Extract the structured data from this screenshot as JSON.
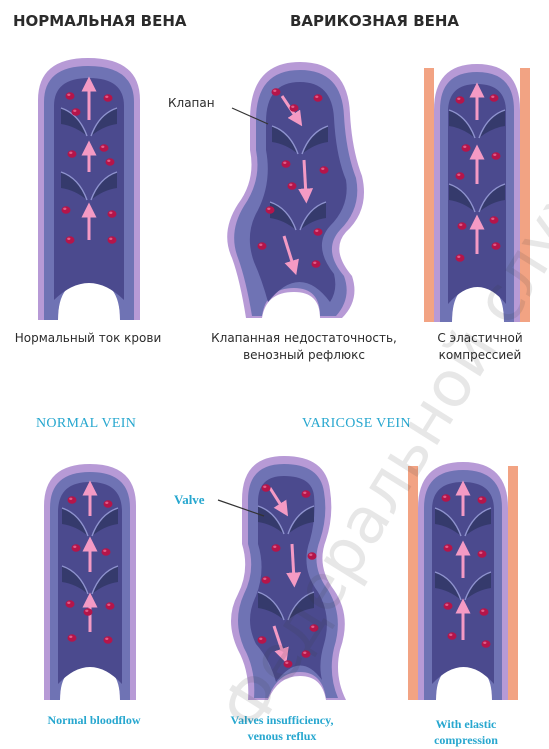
{
  "ru": {
    "normal_title": "НОРМАЛЬНАЯ ВЕНА",
    "varicose_title": "ВАРИКОЗНАЯ ВЕНА",
    "valve_label": "Клапан",
    "caption_normal": "Нормальный ток крови",
    "caption_varicose": [
      "Клапанная недостаточность,",
      "венозный рефлюкс"
    ],
    "caption_compression": [
      "С эластичной",
      "компрессией"
    ]
  },
  "en": {
    "normal_title": "NORMAL VEIN",
    "varicose_title": "VARICOSE VEIN",
    "valve_label": "Valve",
    "caption_normal": "Normal bloodflow",
    "caption_varicose": [
      "Valves insufficiency,",
      "venous reflux"
    ],
    "caption_compression": [
      "With elastic",
      "compression"
    ]
  },
  "watermark": "Федеральной службы по",
  "colors": {
    "vein_wall": "#6f73b4",
    "vein_lumen": "#4b4a8e",
    "outer_rim": "#b79ad6",
    "valve": "#353a6c",
    "blood_cell": "#b4154a",
    "flow_arrow": "#f49ac4",
    "compression": "#f2a383",
    "english_text": "#27a7cf"
  }
}
